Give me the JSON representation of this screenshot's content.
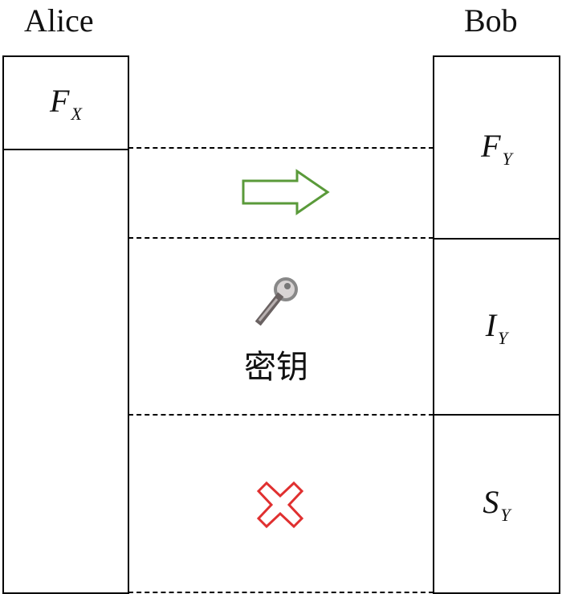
{
  "alice": {
    "label": "Alice",
    "top_cell": {
      "symbol": "F",
      "sub": "X"
    }
  },
  "bob": {
    "label": "Bob",
    "cells": [
      {
        "symbol": "F",
        "sub": "Y"
      },
      {
        "symbol": "I",
        "sub": "Y"
      },
      {
        "symbol": "S",
        "sub": "Y"
      }
    ]
  },
  "middle": {
    "key_label": "密钥",
    "colors": {
      "arrow": "#5a9a3a",
      "cross": "#e03030"
    }
  }
}
